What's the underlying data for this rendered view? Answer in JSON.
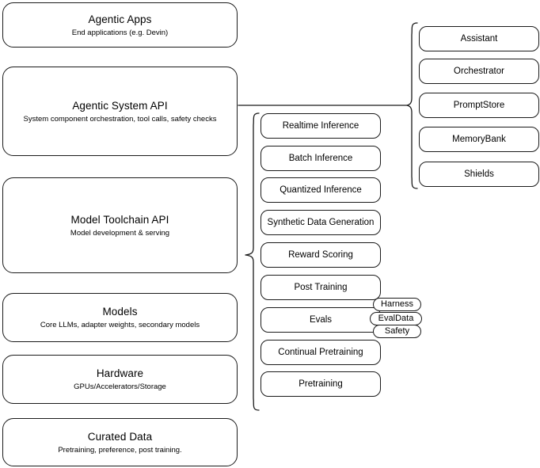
{
  "diagram": {
    "title": "Agentic stack layers",
    "line_color": "#1a1a1a",
    "background": "#ffffff"
  },
  "layers": [
    {
      "title": "Agentic Apps",
      "subtitle": "End applications (e.g. Devin)"
    },
    {
      "title": "Agentic System API",
      "subtitle": "System component orchestration, tool calls, safety checks"
    },
    {
      "title": "Model Toolchain API",
      "subtitle": "Model development & serving"
    },
    {
      "title": "Models",
      "subtitle": "Core LLMs, adapter weights, secondary models"
    },
    {
      "title": "Hardware",
      "subtitle": "GPUs/Accelerators/Storage"
    },
    {
      "title": "Curated Data",
      "subtitle": "Pretraining, preference, post training."
    }
  ],
  "toolchain_components": [
    {
      "label": "Realtime Inference"
    },
    {
      "label": "Batch Inference"
    },
    {
      "label": "Quantized Inference"
    },
    {
      "label": "Synthetic Data Generation"
    },
    {
      "label": "Reward Scoring"
    },
    {
      "label": "Post Training"
    },
    {
      "label": "Evals"
    },
    {
      "label": "Continual Pretraining"
    },
    {
      "label": "Pretraining"
    }
  ],
  "system_components": [
    {
      "label": "Assistant"
    },
    {
      "label": "Orchestrator"
    },
    {
      "label": "PromptStore"
    },
    {
      "label": "MemoryBank"
    },
    {
      "label": "Shields"
    }
  ],
  "eval_chips": [
    {
      "label": "Harness"
    },
    {
      "label": "EvalData"
    },
    {
      "label": "Safety"
    }
  ]
}
